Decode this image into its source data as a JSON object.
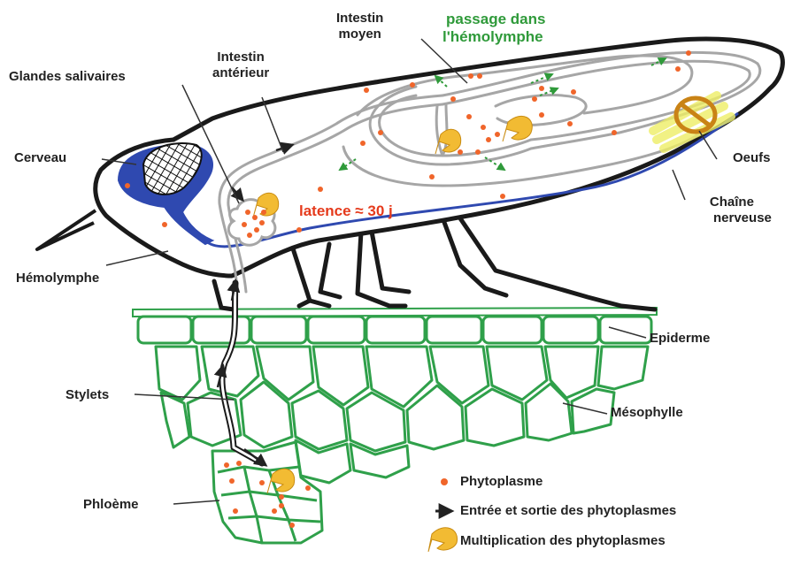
{
  "labels": {
    "intestin_moyen": [
      "Intestin",
      "moyen"
    ],
    "passage": [
      "passage dans",
      "l'hémolymphe"
    ],
    "intestin_anterieur": [
      "Intestin",
      "antérieur"
    ],
    "glandes": "Glandes salivaires",
    "cerveau": "Cerveau",
    "hemolymphe": "Hémolymphe",
    "oeufs": "Oeufs",
    "chaine": [
      "Chaîne",
      "nerveuse"
    ],
    "latence": "latence ≈ 30 j",
    "epiderme": "Epiderme",
    "mesophylle": "Mésophylle",
    "stylets": "Stylets",
    "phloeme": "Phloème"
  },
  "legend": [
    {
      "icon": "phytoplasma-dot-icon",
      "text": "Phytoplasme"
    },
    {
      "icon": "arrow-icon",
      "text": "Entrée et sortie des phytoplasmes"
    },
    {
      "icon": "curved-arrow-icon",
      "text": "Multiplication des phytoplasmes"
    }
  ],
  "colors": {
    "outline": "#1a1a1a",
    "gut": "#a6a6a6",
    "nerve": "#2f49b0",
    "plant": "#2fa04a",
    "dot": "#f0652a",
    "multiply": "#f2bb33",
    "passage": "#2f9a3a",
    "latence": "#e53a1c",
    "eggs": "#c98316"
  }
}
